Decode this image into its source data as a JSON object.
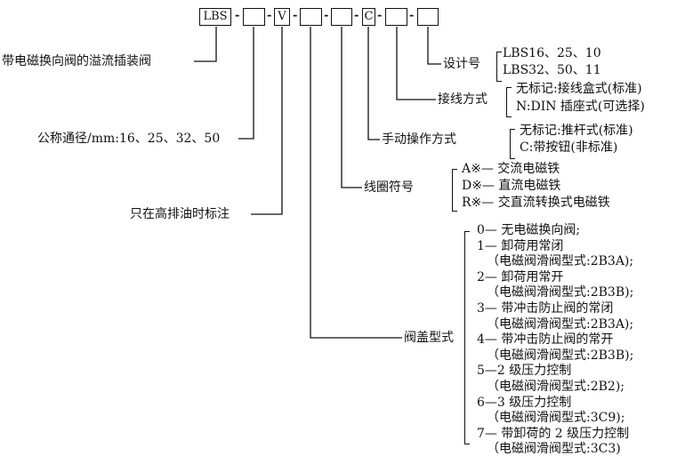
{
  "code_boxes": [
    "LBS",
    "",
    "V",
    "",
    "",
    "C",
    "",
    ""
  ],
  "separator": "-",
  "labels": {
    "product": "带电磁换向阀的溢流插装阀",
    "nominal_size": "公称通径/mm:16、25、32、50",
    "high_drain": "只在高排油时标注",
    "cover_type": "阀盖型式",
    "coil": "线圈符号",
    "manual": "手动操作方式",
    "wiring": "接线方式",
    "design": "设计号"
  },
  "design_options": [
    "LBS16、25、10",
    "LBS32、50、11"
  ],
  "wiring_options": [
    "无标记:接线盒式(标准)",
    "N:DIN 插座式(可选择)"
  ],
  "manual_options": [
    "无标记:推杆式(标准)",
    "C:带按钮(非标准)"
  ],
  "coil_options": [
    "A※— 交流电磁铁",
    "D※— 直流电磁铁",
    "R※— 交直流转换式电磁铁"
  ],
  "cover_options": [
    "0— 无电磁换向阀;",
    "1— 卸荷用常闭",
    "（电磁阀滑阀型式:2B3A);",
    "2— 卸荷用常开",
    "（电磁阀滑阀型式:2B3B);",
    "3— 带冲击防止阀的常闭",
    "（电磁阀滑阀型式:2B3A);",
    "4— 带冲击防止阀的常开",
    "（电磁阀滑阀型式:2B3B);",
    "5—2 级压力控制",
    "（电磁阀滑阀型式:2B2);",
    "6—3 级压力控制",
    "（电磁阀滑阀型式:3C9);",
    "7— 带卸荷的 2 级压力控制",
    "（电磁阀滑阀型式:3C3)"
  ]
}
